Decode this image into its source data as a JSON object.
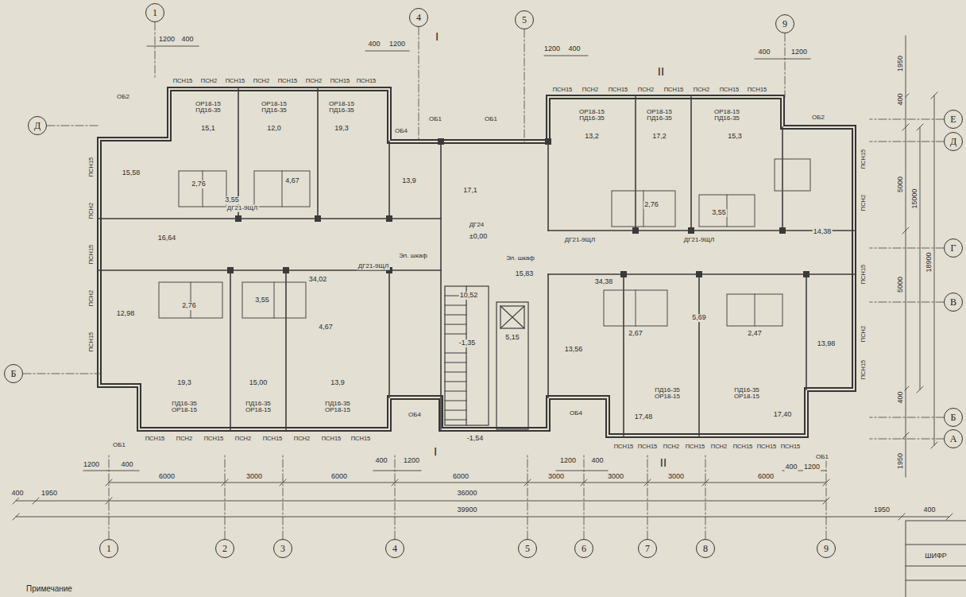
{
  "diagram": {
    "nodes": [
      {
        "text": [
          "1"
        ]
      },
      {
        "text": [
          "4"
        ]
      },
      {
        "text": [
          "5"
        ]
      },
      {
        "text": [
          "9"
        ]
      },
      {
        "text": [
          "Д"
        ]
      },
      {
        "text": [
          "Е"
        ]
      },
      {
        "text": [
          "Д"
        ]
      },
      {
        "text": [
          "Г"
        ]
      },
      {
        "text": [
          "В"
        ]
      },
      {
        "text": [
          "Б"
        ]
      },
      {
        "text": [
          "Б"
        ]
      },
      {
        "text": [
          "А"
        ]
      },
      {
        "text": [
          "1"
        ]
      },
      {
        "text": [
          "2"
        ]
      },
      {
        "text": [
          "3"
        ]
      },
      {
        "text": [
          "4"
        ]
      },
      {
        "text": [
          "5"
        ]
      },
      {
        "text": [
          "6"
        ]
      },
      {
        "text": [
          "7"
        ]
      },
      {
        "text": [
          "8"
        ]
      },
      {
        "text": [
          "9"
        ]
      }
    ],
    "labels": [
      "1200",
      "400",
      "400",
      "1200",
      "1200",
      "400",
      "400",
      "1200",
      "I",
      "II",
      "ПСН15",
      "ПСН2",
      "ПСН15",
      "ПСН2",
      "ПСН15",
      "ПСН2",
      "ПСН15",
      "ПСН15",
      "ПСН15",
      "ПСН2",
      "ПСН15",
      "ПСН2",
      "ПСН15",
      "ПСН2",
      "ПСН15",
      "ПСН15",
      "ОБ2",
      "ОБ4",
      "ОБ1",
      "ОБ1",
      "ОБ2",
      "ОР18-15 ПД16-35",
      "ОР18-15 ПД16-35",
      "ОР18-15 ПД16-35",
      "ОР18-15 ПД16-35",
      "ОР18-15 ПД16-35",
      "ОР18-15 ПД16-35",
      "15,1",
      "12,0",
      "19,3",
      "15,58",
      "2,76",
      "3,55",
      "4,67",
      "13,9",
      "17,1",
      "13,2",
      "17,2",
      "15,3",
      "2,76",
      "3,55",
      "14,38",
      "ДГ21-9ЩЛ",
      "ДГ24",
      "±0,00",
      "ДГ21-9ЩЛ",
      "ДГ21-9ЩЛ",
      "16,64",
      "Эл. шкаф",
      "Эл. шкаф",
      "15,83",
      "34,02",
      "ДГ21-9ЩЛ",
      "34,38",
      "10,52",
      "12,98",
      "2,76",
      "3,55",
      "4,67",
      "-1,35",
      "5,15",
      "13,56",
      "2,67",
      "5,69",
      "2,47",
      "13,98",
      "19,3",
      "15,00",
      "13,9",
      "17,48",
      "17,40",
      "ПД16-35 ОР18-15",
      "ПД16-35 ОР18-15",
      "ПД16-35 ОР18-15",
      "ПД16-35 ОР18-15",
      "ПД16-35 ОР18-15",
      "ОБ4",
      "ОБ4",
      "-1,54",
      "ПСН15",
      "ПСН2",
      "ПСН15",
      "ПСН2",
      "ПСН15",
      "ПСН2",
      "ПСН15",
      "ПСН15",
      "ПСН15",
      "ПСН15",
      "ПСН2",
      "ПСН15",
      "ПСН2",
      "ПСН15",
      "ПСН15",
      "ПСН15",
      "ОБ1",
      "ОБ1",
      "I",
      "II",
      "1200",
      "400",
      "400",
      "1200",
      "1200",
      "400",
      "400",
      "1200",
      "6000",
      "3000",
      "6000",
      "6000",
      "3000",
      "3000",
      "3000",
      "6000",
      "400",
      "1950",
      "36000",
      "39900",
      "1950",
      "400",
      "1950",
      "400",
      "5000",
      "5000",
      "400",
      "1950",
      "15000",
      "18900",
      "ПСН15",
      "ПСН2",
      "ПСН15",
      "ПСН2",
      "ПСН15",
      "ПСН15",
      "ПСН2",
      "ПСН15",
      "ПСН2",
      "ПСН15",
      "ШИФР",
      "Примечание"
    ]
  }
}
